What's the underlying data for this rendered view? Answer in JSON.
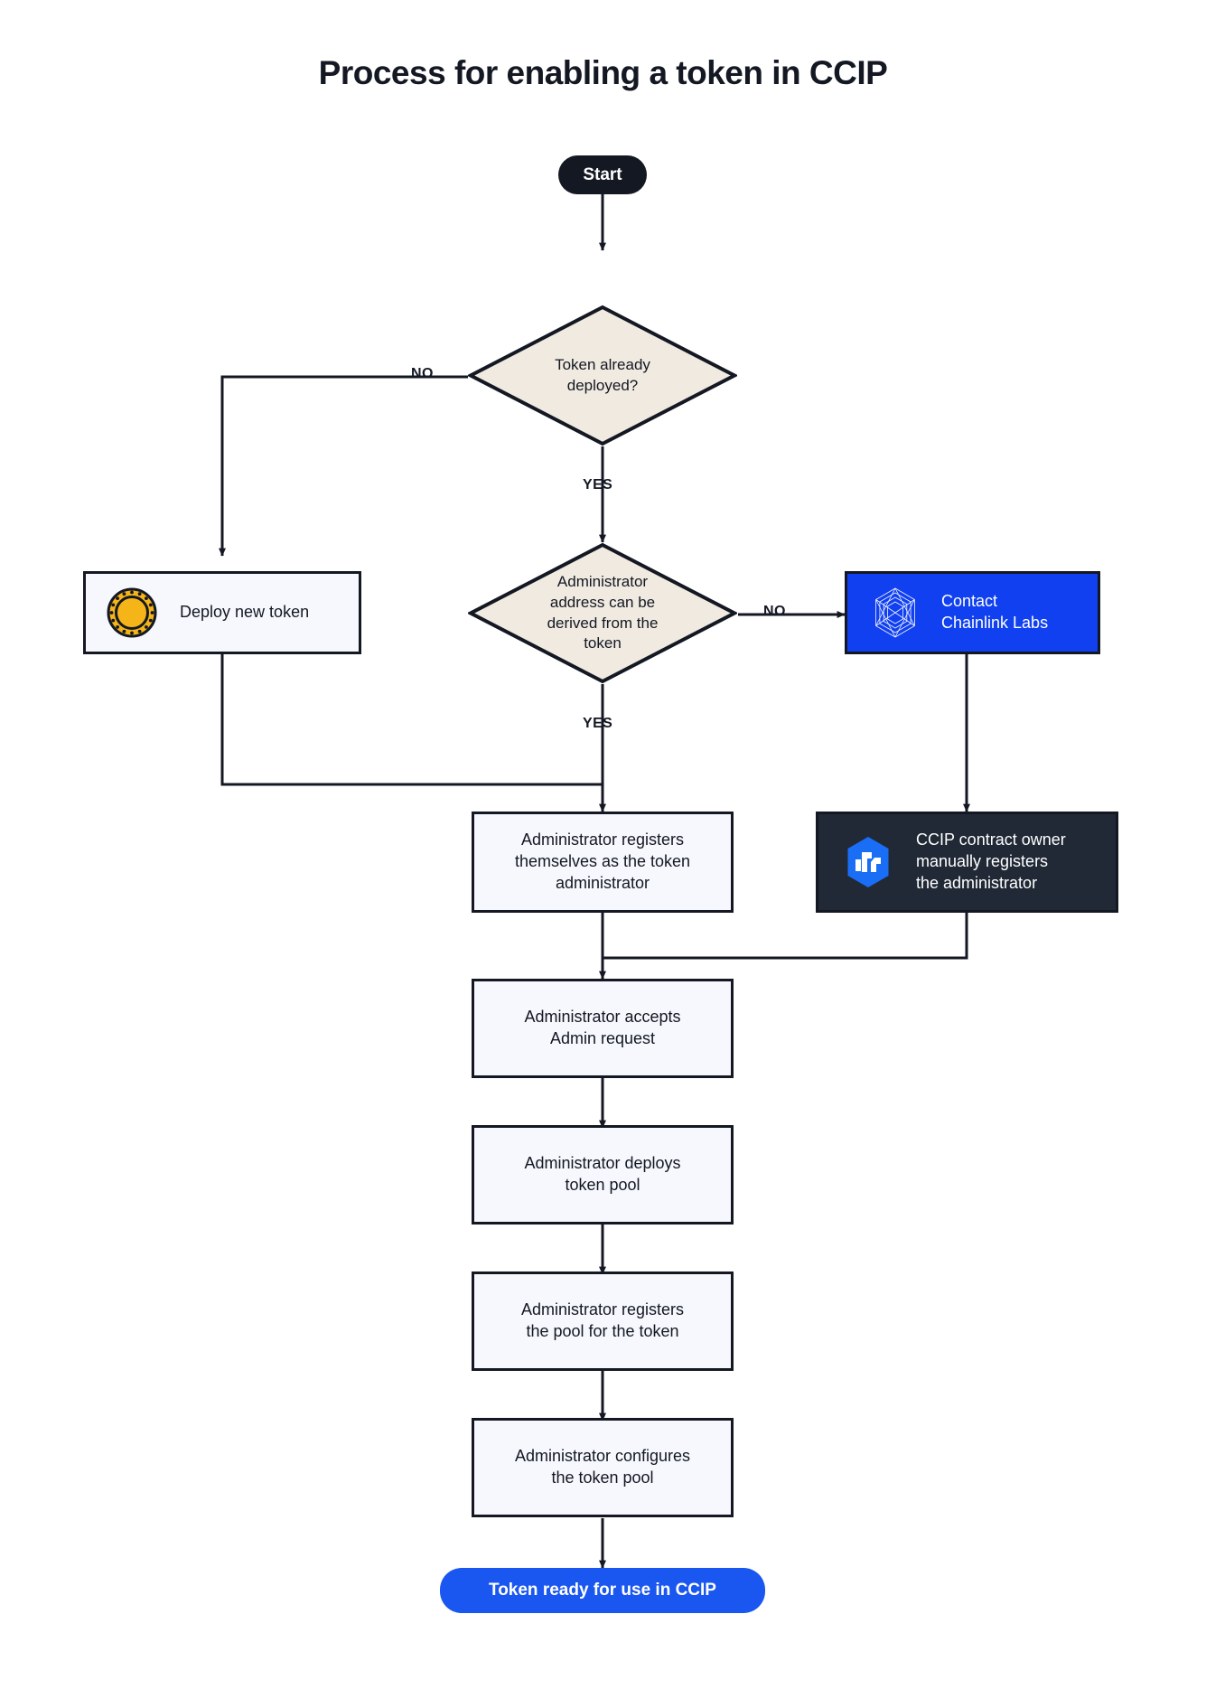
{
  "page": {
    "title": "Process for enabling a token in CCIP",
    "background": "#ffffff"
  },
  "colors": {
    "ink": "#141823",
    "diamond_fill": "#f0eae1",
    "box_fill": "#f6f8fd",
    "blue": "#1040f0",
    "dark": "#212936",
    "pill_end": "#1a56f0",
    "coin_gold": "#f5b417"
  },
  "nodes": {
    "start": {
      "label": "Start",
      "shape": "pill",
      "kind": "terminal"
    },
    "decision_deployed": {
      "label": "Token already\ndeployed?",
      "shape": "diamond",
      "kind": "decision"
    },
    "deploy_new_token": {
      "label": "Deploy new token",
      "shape": "rect",
      "kind": "process",
      "icon": "gold-coin-icon"
    },
    "decision_admin_derived": {
      "label": "Administrator\naddress can be\nderived from the\ntoken",
      "shape": "diamond",
      "kind": "decision"
    },
    "contact_chainlink": {
      "label": "Contact\nChainlink Labs",
      "shape": "rect",
      "kind": "process-blue",
      "icon": "chainlink-hex-icon"
    },
    "admin_registers_self": {
      "label": "Administrator registers\nthemselves as the token\nadministrator",
      "shape": "rect",
      "kind": "process"
    },
    "ccip_owner_registers": {
      "label": "CCIP contract owner\nmanually registers\nthe administrator",
      "shape": "rect",
      "kind": "process-dark",
      "icon": "ccip-hex-icon"
    },
    "admin_accepts": {
      "label": "Administrator accepts\nAdmin request",
      "shape": "rect",
      "kind": "process"
    },
    "admin_deploys_pool": {
      "label": "Administrator deploys\ntoken pool",
      "shape": "rect",
      "kind": "process"
    },
    "admin_registers_pool": {
      "label": "Administrator registers\nthe pool for the token",
      "shape": "rect",
      "kind": "process"
    },
    "admin_configures_pool": {
      "label": "Administrator configures\nthe token pool",
      "shape": "rect",
      "kind": "process"
    },
    "token_ready": {
      "label": "Token ready for use in CCIP",
      "shape": "pill",
      "kind": "terminal-end"
    }
  },
  "edge_labels": {
    "deployed_no": "NO",
    "deployed_yes": "YES",
    "derived_no": "NO",
    "derived_yes": "YES"
  }
}
